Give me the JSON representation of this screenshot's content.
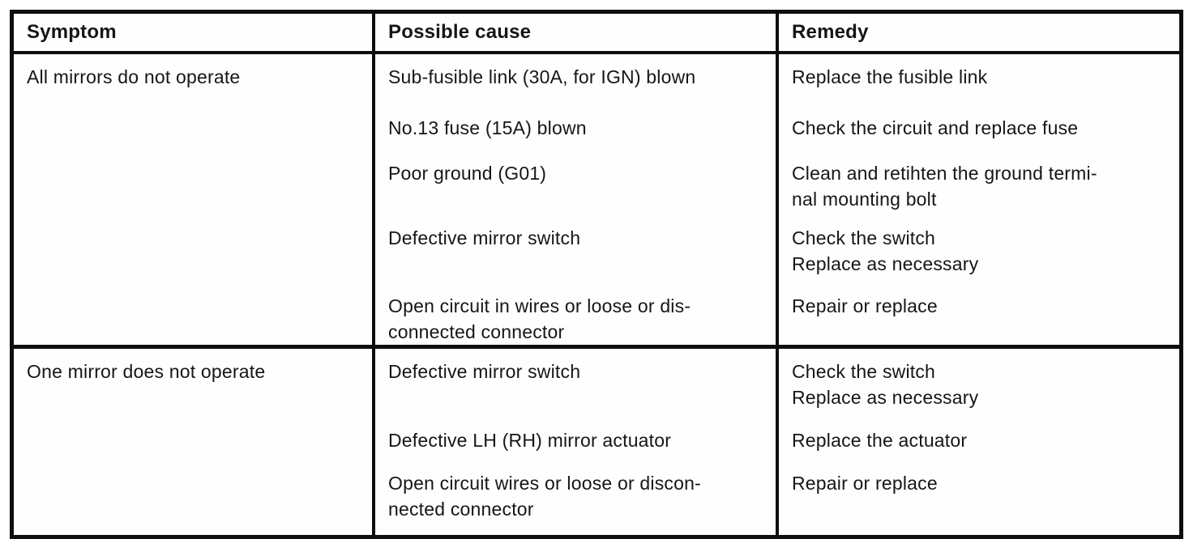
{
  "table": {
    "header": {
      "symptom": "Symptom",
      "cause": "Possible cause",
      "remedy": "Remedy"
    },
    "rows": [
      {
        "symptom": "All mirrors do not operate",
        "items": [
          {
            "cause": [
              "Sub-fusible link (30A, for IGN) blown"
            ],
            "remedy": [
              "Replace the fusible link"
            ]
          },
          {
            "cause": [
              "No.13 fuse (15A) blown"
            ],
            "remedy": [
              "Check the circuit and replace fuse"
            ]
          },
          {
            "cause": [
              "Poor ground (G01)"
            ],
            "remedy": [
              "Clean and retihten the ground termi-",
              "nal mounting bolt"
            ]
          },
          {
            "cause": [
              "Defective mirror switch"
            ],
            "remedy": [
              "Check the switch",
              "Replace as necessary"
            ]
          },
          {
            "cause": [
              "Open circuit in wires or loose or dis-",
              "connected connector"
            ],
            "remedy": [
              "Repair or replace"
            ]
          }
        ]
      },
      {
        "symptom": "One mirror does not operate",
        "items": [
          {
            "cause": [
              "Defective mirror switch"
            ],
            "remedy": [
              "Check the switch",
              "Replace as necessary"
            ]
          },
          {
            "cause": [
              "Defective LH (RH) mirror actuator"
            ],
            "remedy": [
              "Replace the actuator"
            ]
          },
          {
            "cause": [
              "Open circuit wires or loose or discon-",
              "nected connector"
            ],
            "remedy": [
              "Repair or replace"
            ]
          }
        ]
      }
    ]
  }
}
